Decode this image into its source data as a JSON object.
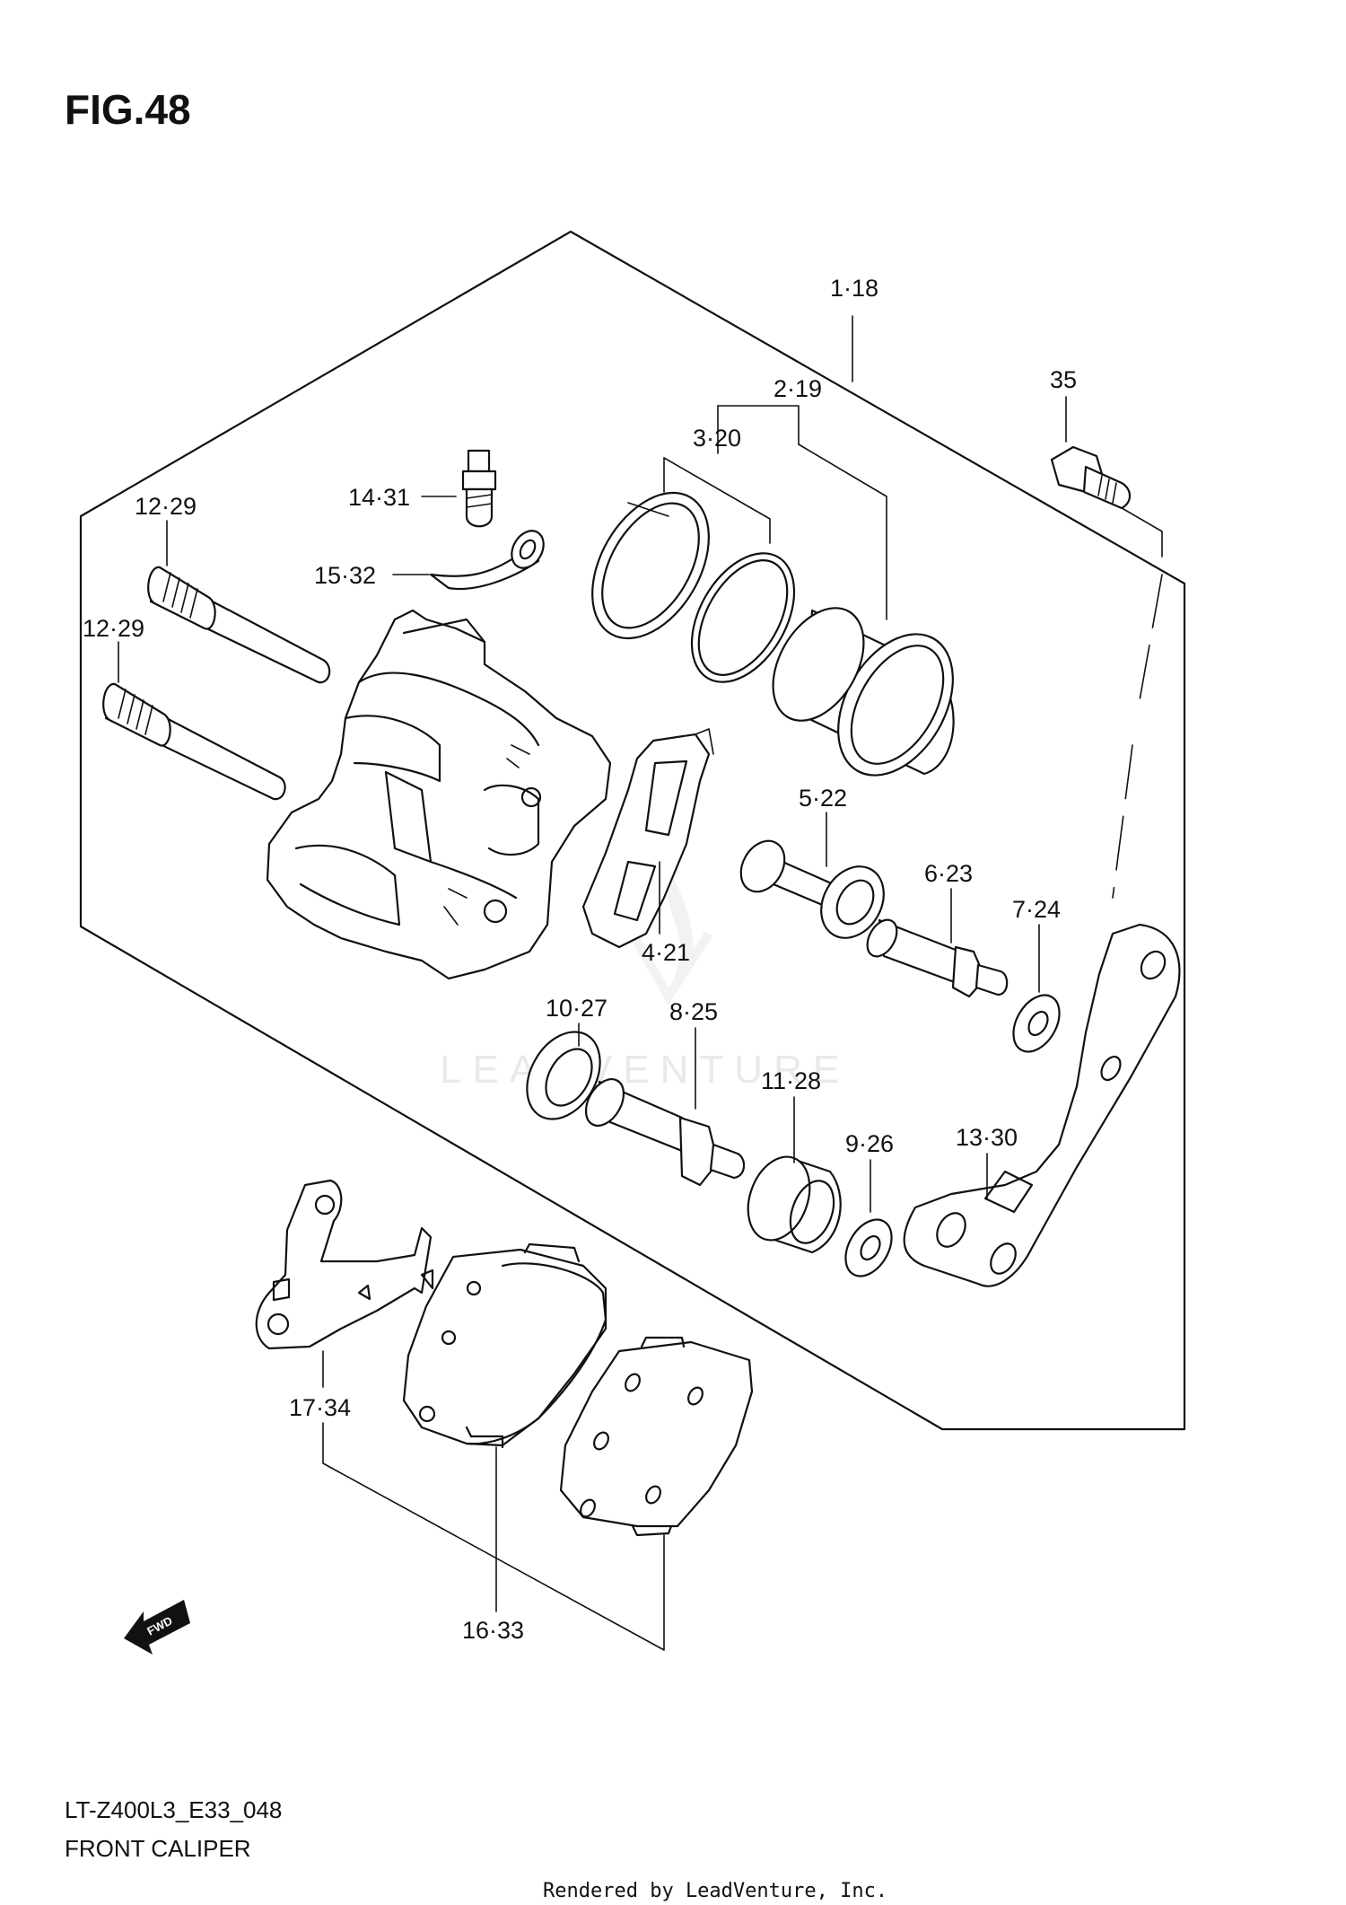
{
  "figure": {
    "title": "FIG.48",
    "model_code": "LT-Z400L3_E33_048",
    "section_name": "FRONT CALIPER",
    "credit": "Rendered by LeadVenture, Inc.",
    "watermark": "LEADVENTURE",
    "fwd_arrow": "FWD"
  },
  "callouts": [
    {
      "id": "c-1-18",
      "label": "1·18"
    },
    {
      "id": "c-2-19",
      "label": "2·19"
    },
    {
      "id": "c-3-20",
      "label": "3·20"
    },
    {
      "id": "c-35",
      "label": "35"
    },
    {
      "id": "c-14-31",
      "label": "14·31"
    },
    {
      "id": "c-15-32",
      "label": "15·32"
    },
    {
      "id": "c-12-29-a",
      "label": "12·29"
    },
    {
      "id": "c-12-29-b",
      "label": "12·29"
    },
    {
      "id": "c-5-22",
      "label": "5·22"
    },
    {
      "id": "c-6-23",
      "label": "6·23"
    },
    {
      "id": "c-7-24",
      "label": "7·24"
    },
    {
      "id": "c-4-21",
      "label": "4·21"
    },
    {
      "id": "c-10-27",
      "label": "10·27"
    },
    {
      "id": "c-8-25",
      "label": "8·25"
    },
    {
      "id": "c-11-28",
      "label": "11·28"
    },
    {
      "id": "c-9-26",
      "label": "9·26"
    },
    {
      "id": "c-13-30",
      "label": "13·30"
    },
    {
      "id": "c-17-34",
      "label": "17·34"
    },
    {
      "id": "c-16-33",
      "label": "16·33"
    }
  ]
}
